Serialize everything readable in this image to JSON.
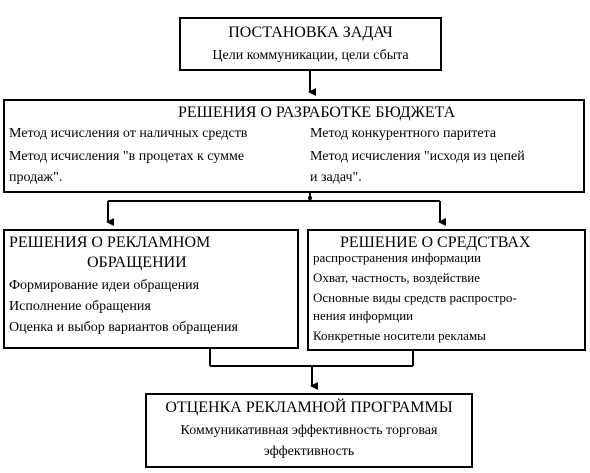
{
  "box1": {
    "title": "ПОСТАНОВКА ЗАДАЧ",
    "line1": "Цели коммуникации, цели сбыта"
  },
  "box2": {
    "title": "РЕШЕНИЯ О РАЗРАБОТКЕ БЮДЖЕТА",
    "left": {
      "item1": "Метод исчисления от наличных средств",
      "item2_line1": "Метод исчисления \"в процетах к сумме",
      "item2_line2": "продаж\"."
    },
    "right": {
      "item1": "Метод конкурентного паритета",
      "item2_line1": "Метод исчисления \"исходя из цепей",
      "item2_line2": "и задач\"."
    }
  },
  "box3": {
    "title_line1": "РЕШЕНИЯ О РЕКЛАМНОМ",
    "title_line2": "ОБРАЩЕНИИ",
    "item1": "Формирование идеи обращения",
    "item2": "Исполнение обращения",
    "item3": "Оценка и выбор вариантов обращения"
  },
  "box4": {
    "title": "РЕШЕНИЕ О СРЕДСТВАХ",
    "item1": "распространения информации",
    "item2": "Охват, частность, воздействие",
    "item3_line1": "Основные виды средств распростро-",
    "item3_line2": "нения информции",
    "item4": "Конкретные носители рекламы"
  },
  "box5": {
    "title": "ОТЦЕНКА РЕКЛАМНОЙ ПРОГРАММЫ",
    "line1": "Коммуникативная эффективность торговая",
    "line2": "эффективность"
  }
}
